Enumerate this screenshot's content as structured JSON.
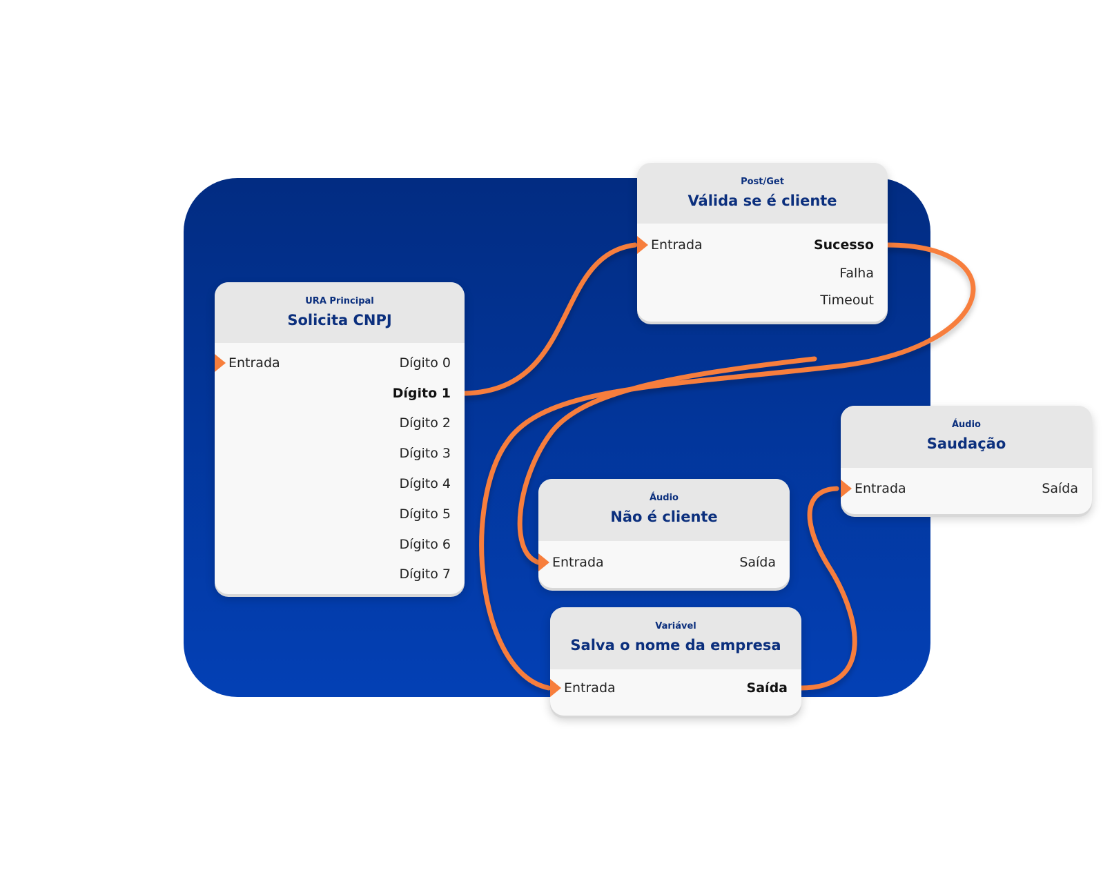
{
  "colors": {
    "panel_top": "#022c82",
    "panel_bottom": "#0340b5",
    "wire": "#f77e3c",
    "title": "#0b2f7d",
    "node_header": "#e7e7e7",
    "node_body": "#f8f8f8"
  },
  "nodes": {
    "solicita": {
      "type": "URA Principal",
      "title": "Solicita CNPJ",
      "input": "Entrada",
      "outputs": [
        "Dígito 0",
        "Dígito 1",
        "Dígito 2",
        "Dígito 3",
        "Dígito 4",
        "Dígito 5",
        "Dígito 6",
        "Dígito 7"
      ]
    },
    "valida": {
      "type": "Post/Get",
      "title": "Válida se é cliente",
      "input": "Entrada",
      "outputs": [
        "Sucesso",
        "Falha",
        "Timeout"
      ]
    },
    "nao_cliente": {
      "type": "Áudio",
      "title": "Não é cliente",
      "input": "Entrada",
      "output": "Saída"
    },
    "salva": {
      "type": "Variável",
      "title": "Salva o nome da empresa",
      "input": "Entrada",
      "output": "Saída"
    },
    "saudacao": {
      "type": "Áudio",
      "title": "Saudação",
      "input": "Entrada",
      "output": "Saída"
    }
  }
}
